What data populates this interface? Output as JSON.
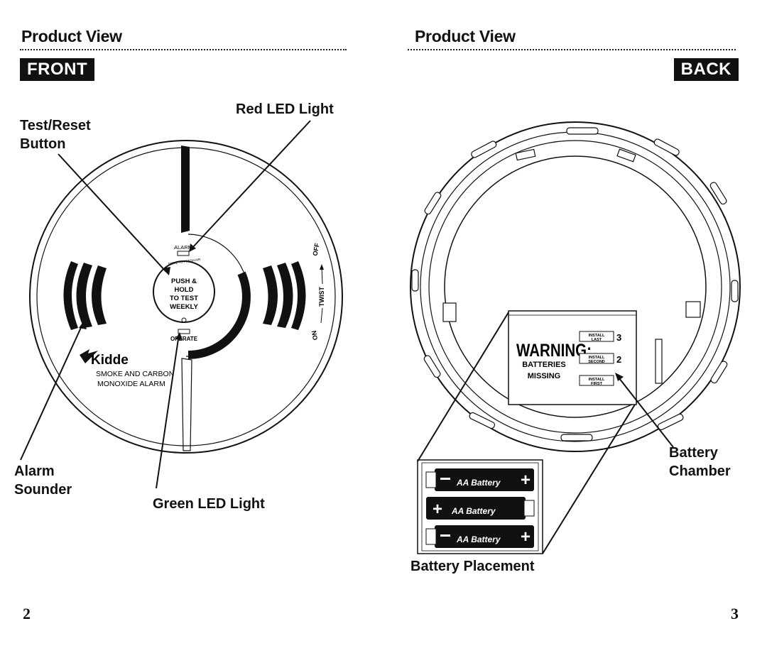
{
  "left_page": {
    "section_title": "Product View",
    "tag": "FRONT",
    "callouts": {
      "red_led": "Red LED Light",
      "test_reset_line1": "Test/Reset",
      "test_reset_line2": "Button",
      "alarm_sounder_line1": "Alarm",
      "alarm_sounder_line2": "Sounder",
      "green_led": "Green LED Light"
    },
    "device": {
      "alarm_label": "ALARM",
      "move_label": "MOVE TO FRESH AIR",
      "button_lines": [
        "PUSH &",
        "HOLD",
        "TO TEST",
        "WEEKLY"
      ],
      "operate_label": "OPERATE",
      "brand": "Kidde",
      "product_line1": "SMOKE AND CARBON",
      "product_line2": "MONOXIDE ALARM",
      "off_label": "OFF",
      "twist_label": "TWIST",
      "on_label": "ON"
    },
    "page_number": "2"
  },
  "right_page": {
    "section_title": "Product View",
    "tag": "BACK",
    "callouts": {
      "battery_chamber_line1": "Battery",
      "battery_chamber_line2": "Chamber",
      "battery_placement": "Battery Placement"
    },
    "chamber": {
      "warning": "WARNING:",
      "batteries": "BATTERIES",
      "missing": "MISSING",
      "slots": [
        {
          "line1": "INSTALL",
          "line2": "LAST",
          "number": "3"
        },
        {
          "line1": "INSTALL",
          "line2": "SECOND",
          "number": "2"
        },
        {
          "line1": "INSTALL",
          "line2": "FIRST",
          "number": ""
        }
      ]
    },
    "battery_label": "AA Battery",
    "page_number": "3"
  }
}
